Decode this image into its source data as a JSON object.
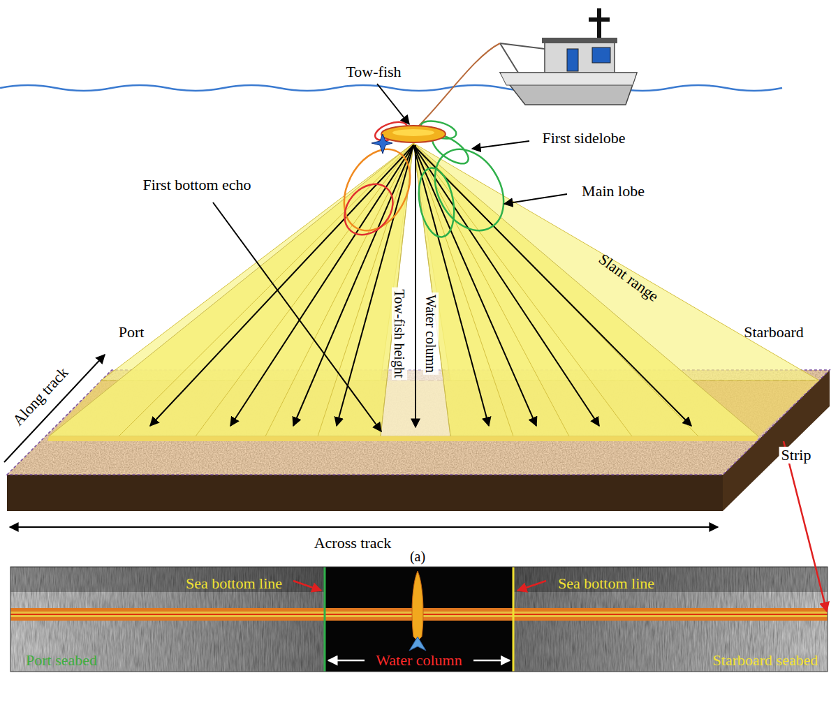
{
  "diagram": {
    "labels": [
      "Tow-fish",
      "First sidelobe",
      "Main lobe",
      "First bottom echo",
      "Slant range",
      "Port",
      "Starboard",
      "Along track",
      "Water column",
      "Tow-fish height",
      "Strip",
      "Across track",
      "(a)",
      "Sea bottom line",
      "Sea bottom line",
      "Port seabed",
      "Water column",
      "Starboard seabed"
    ]
  }
}
